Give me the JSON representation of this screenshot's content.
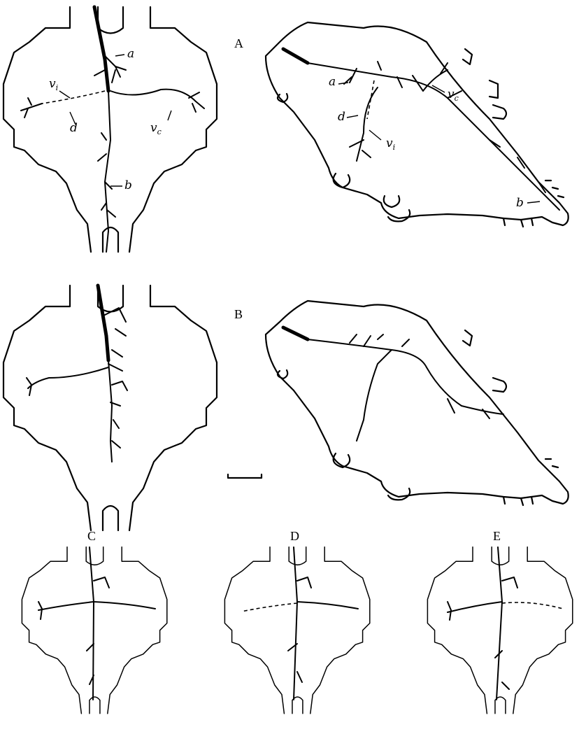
{
  "panels": [
    "A",
    "B",
    "C",
    "D",
    "E"
  ],
  "labels": {
    "a": "a",
    "b": "b",
    "d": "d",
    "v_main": "v",
    "sub_i": "i",
    "sub_c": "c"
  }
}
